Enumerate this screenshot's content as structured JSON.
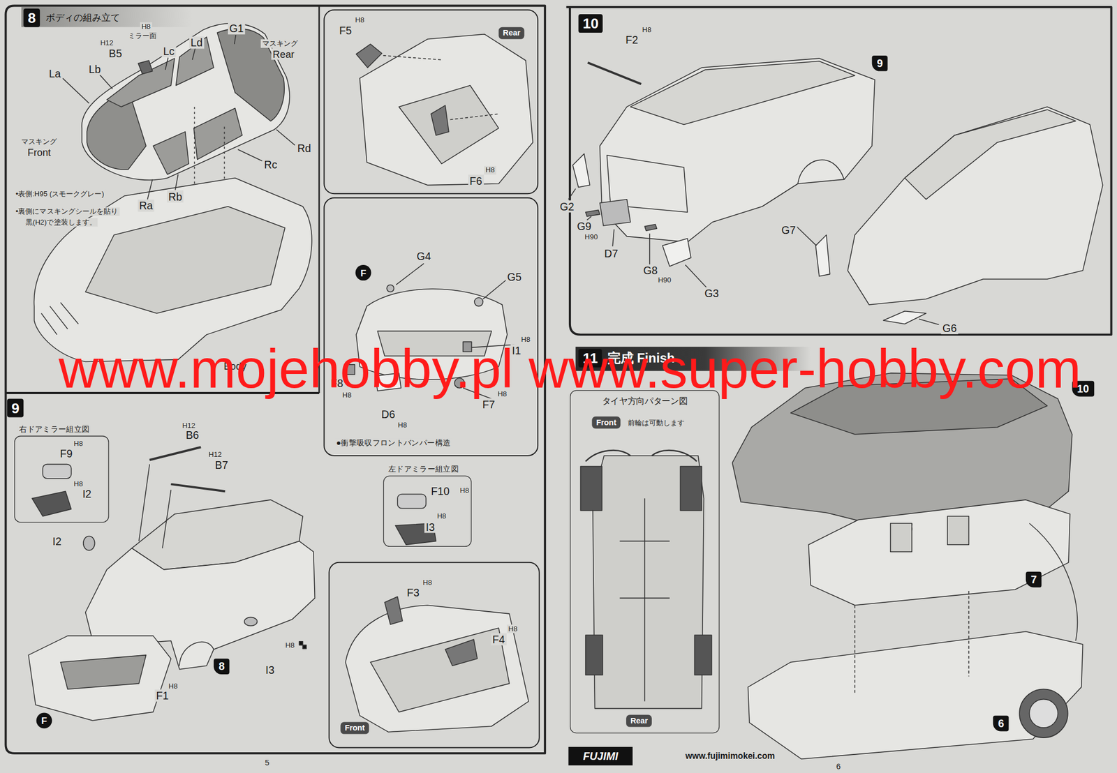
{
  "diagram": {
    "nodes": [
      {
        "text": [
          "8",
          "ボディの組み立て"
        ]
      },
      {
        "text": [
          "Rear"
        ]
      },
      {
        "text": [
          "F"
        ]
      },
      {
        "text": [
          "Front"
        ]
      },
      {
        "text": [
          "9"
        ]
      },
      {
        "text": [
          "右ドアミラー組立図"
        ]
      },
      {
        "text": [
          "左ドアミラー組立図"
        ]
      },
      {
        "text": [
          "F"
        ]
      },
      {
        "text": [
          "8"
        ]
      },
      {
        "text": [
          "10"
        ]
      },
      {
        "text": [
          "9"
        ]
      },
      {
        "text": [
          "11",
          "完成 Finish"
        ]
      },
      {
        "text": [
          "タイヤ方向パターン図"
        ]
      },
      {
        "text": [
          "Front"
        ],
        "in": 12
      },
      {
        "text": [
          "Rear"
        ],
        "in": 12
      },
      {
        "text": [
          "10"
        ]
      },
      {
        "text": [
          "7"
        ]
      },
      {
        "text": [
          "6"
        ]
      }
    ],
    "labels": [
      "H12",
      "B5",
      "H8",
      "ミラー面",
      "Lc",
      "Ld",
      "G1",
      "マスキング",
      "Rear",
      "La",
      "Lb",
      "マスキング",
      "Front",
      "Rd",
      "Rc",
      "Rb",
      "Ra",
      "•表側:H95 (スモークグレー)",
      "•裏側にマスキングシールを貼り",
      "黒(H2)で塗装します。",
      "Body",
      "H8",
      "F5",
      "H8",
      "F6",
      "G4",
      "G5",
      "H8",
      "I1",
      "F8",
      "H8",
      "D6",
      "H8",
      "H8",
      "F7",
      "●衝撃吸収フロントバンパー構造",
      "H12",
      "B6",
      "H12",
      "B7",
      "F9",
      "H8",
      "H8",
      "I2",
      "I2",
      "H8",
      "I3",
      "H8",
      "F1",
      "F10",
      "H8",
      "H8",
      "I3",
      "H8",
      "F3",
      "H8",
      "F4",
      "H8",
      "F2",
      "G2",
      "G9",
      "H90",
      "D7",
      "G8",
      "H90",
      "G3",
      "G7",
      "G6",
      "前輪は可動します",
      "FUJIMI",
      "www.fujimimokei.com",
      "5",
      "6",
      "www.mojehobby.pl www.super-hobby.com"
    ]
  }
}
